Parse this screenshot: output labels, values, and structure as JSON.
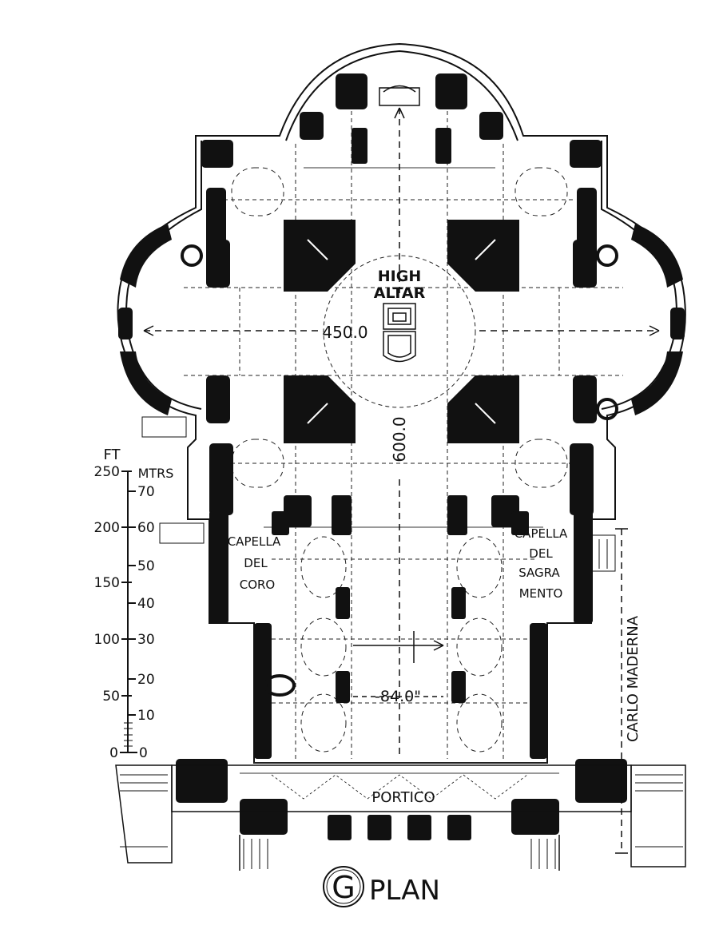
{
  "labels": {
    "high_altar_line1": "HIGH",
    "high_altar_line2": "ALTAR",
    "transept_width": "450.0",
    "nave_length": "600.0",
    "nave_width": "-84.0\"",
    "portico": "PORTICO",
    "capella_coro": [
      "CAPELLA",
      "DEL",
      "CORO"
    ],
    "capella_sagramento": [
      "CAPELLA",
      "DEL",
      "SAGRA",
      "MENTO"
    ],
    "architect": "CARLO MADERNA",
    "title_letter": "G",
    "title": "PLAN"
  },
  "scale_bar": {
    "feet_unit": "FT",
    "meters_unit": "MTRS",
    "feet_ticks": [
      "250",
      "200",
      "150",
      "100",
      "50",
      "0"
    ],
    "meter_ticks": [
      "70",
      "60",
      "50",
      "40",
      "30",
      "20",
      "10",
      "0"
    ]
  },
  "colors": {
    "ink": "#111111",
    "paper": "#ffffff"
  }
}
